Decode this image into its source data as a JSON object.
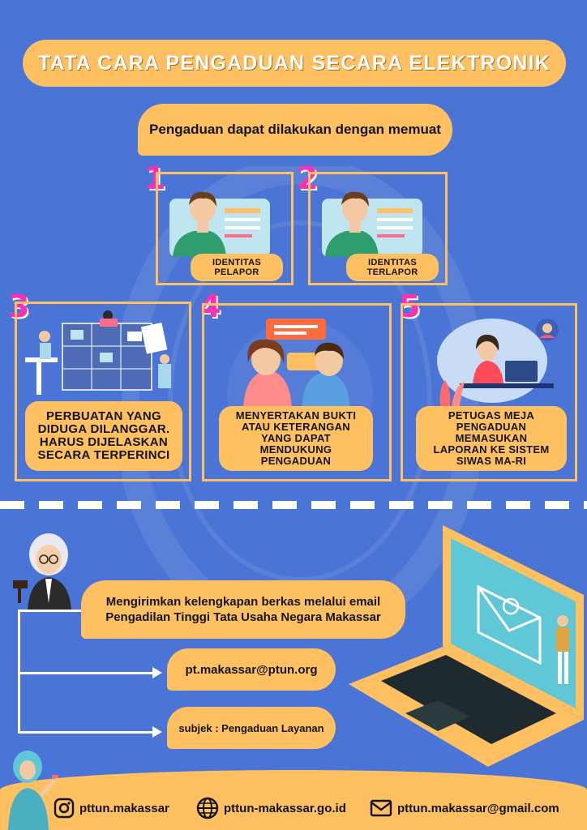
{
  "header": {
    "title": "TATA CARA PENGADUAN SECARA ELEKTRONIK"
  },
  "intro": {
    "text": "Pengaduan dapat dilakukan dengan memuat"
  },
  "steps": [
    {
      "number": "1",
      "caption_line1": "IDENTITAS",
      "caption_line2": "PELAPOR"
    },
    {
      "number": "2",
      "caption_line1": "IDENTITAS",
      "caption_line2": "TERLAPOR"
    },
    {
      "number": "3",
      "caption": "PERBUATAN YANG DIDUGA DILANGGAR. HARUS DIJELASKAN SECARA TERPERINCI"
    },
    {
      "number": "4",
      "caption": "MENYERTAKAN BUKTI ATAU KETERANGAN YANG DAPAT MENDUKUNG PENGADUAN"
    },
    {
      "number": "5",
      "caption": "PETUGAS MEJA PENGADUAN MEMASUKAN LAPORAN KE SISTEM SIWAS MA-RI"
    }
  ],
  "email_section": {
    "instruction_line1": "Mengirimkan kelengkapan berkas melalui email",
    "instruction_line2": "Pengadilan Tinggi Tata Usaha Negara Makassar",
    "email": "pt.makassar@ptun.org",
    "subject": "subjek : Pengaduan Layanan"
  },
  "footer": {
    "instagram": "pttun.makassar",
    "website": "pttun-makassar.go.id",
    "email": "pttun.makassar@gmail.com"
  },
  "colors": {
    "background": "#4a74d6",
    "accent": "#ffc061",
    "number": "#ff2fb5",
    "dark_text": "#141414"
  },
  "icons": [
    "instagram-icon",
    "globe-icon",
    "mail-icon",
    "laptop-illustration",
    "judge-illustration"
  ]
}
